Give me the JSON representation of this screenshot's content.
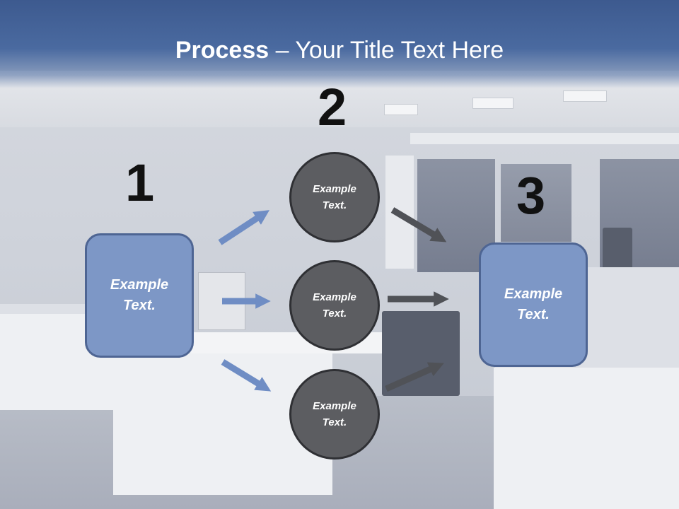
{
  "slide": {
    "title_bold": "Process",
    "title_rest": " – Your Title Text Here"
  },
  "steps": {
    "step1": {
      "number": "1",
      "text": "Example Text."
    },
    "step2": {
      "number": "2",
      "nodes": [
        {
          "text": "Example Text."
        },
        {
          "text": "Example Text."
        },
        {
          "text": "Example Text."
        }
      ]
    },
    "step3": {
      "number": "3",
      "text": "Example Text."
    }
  },
  "colors": {
    "header": "#4a6aa0",
    "box_fill": "#7d97c6",
    "box_border": "#4e6593",
    "circle_fill": "#5c5d61",
    "arrow_blue": "#6f8dc4",
    "arrow_dark": "#505257"
  }
}
